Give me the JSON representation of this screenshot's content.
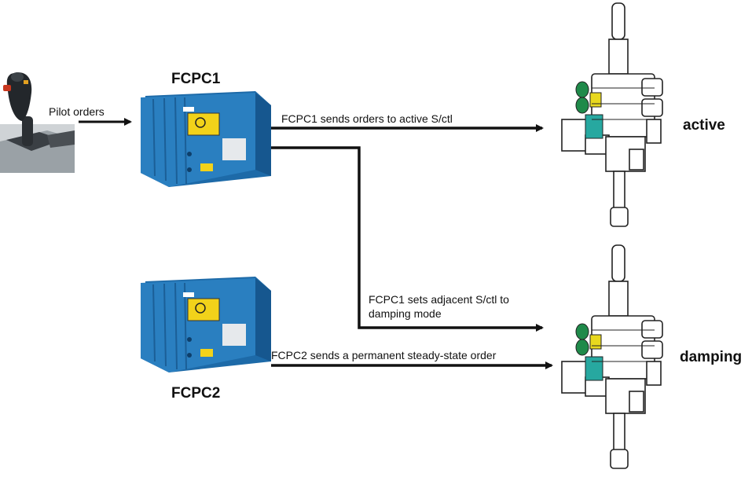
{
  "labels": {
    "pilot_orders": "Pilot orders",
    "fcpc1": "FCPC1",
    "fcpc2": "FCPC2",
    "active": "active",
    "damping": "damping",
    "fcpc1_to_active": "FCPC1 sends orders to active S/ctl",
    "fcpc1_sets_damping": "FCPC1 sets adjacent S/ctl to damping mode",
    "fcpc2_order": "FCPC2 sends a permanent steady-state order"
  },
  "colors": {
    "computer_body": "#2a7fc0",
    "computer_dark": "#16578f",
    "warning_label": "#f2d21a",
    "actuator_green": "#1f8a4a",
    "actuator_teal": "#27a8a0",
    "actuator_yellow": "#e8d81e",
    "arrow": "#111111"
  }
}
